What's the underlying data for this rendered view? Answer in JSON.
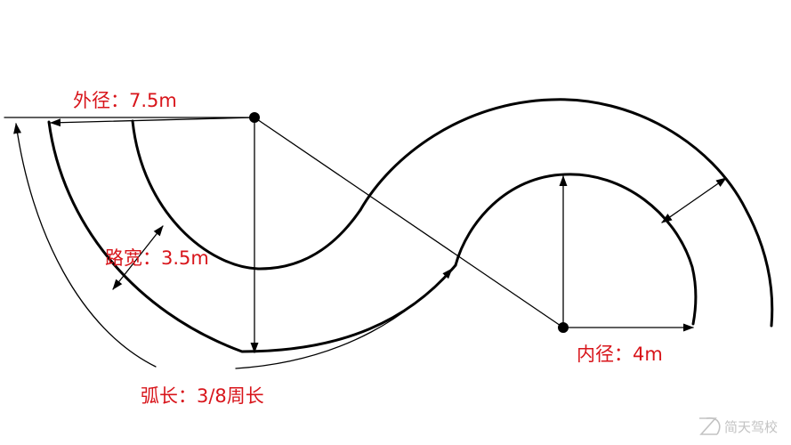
{
  "colors": {
    "label": "#d8151b",
    "line": "#000000",
    "background": "#ffffff",
    "watermark": "#c3c3c3"
  },
  "labels": {
    "outer_radius": "外径：7.5m",
    "road_width": "路宽：3.5m",
    "inner_radius": "内径：4m",
    "arc_length": "弧长：3/8周长"
  },
  "watermark": {
    "text": "简天驾校"
  }
}
